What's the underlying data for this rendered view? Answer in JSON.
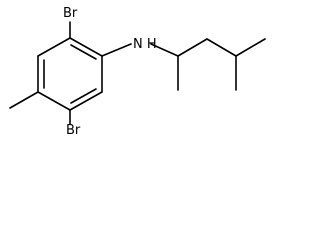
{
  "molecule": {
    "atoms": [
      {
        "id": "br_top",
        "label": "Br"
      },
      {
        "id": "nh",
        "label": "N H"
      },
      {
        "id": "br_bottom",
        "label": "Br"
      }
    ]
  }
}
